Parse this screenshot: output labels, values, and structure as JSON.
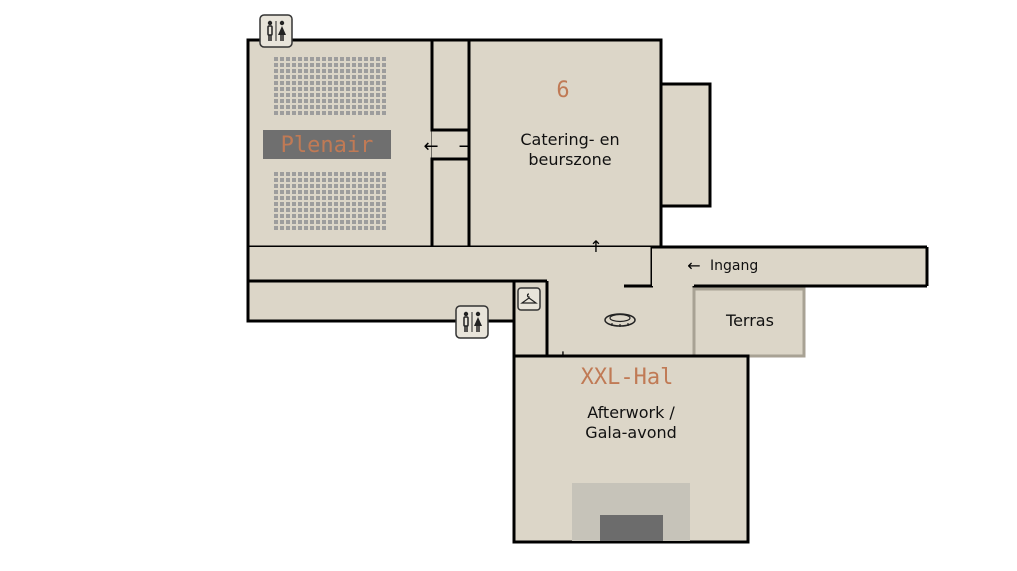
{
  "colors": {
    "floor": "#dcd6c8",
    "wall": "#000000",
    "accent": "#c07a55",
    "seat": "#9d9d9d",
    "stage_outer": "#c6c3b9",
    "stage_inner": "#6c6c6c",
    "terrace_border": "#a8a294",
    "background": "#ffffff"
  },
  "rooms": {
    "plenair": {
      "name": "Plenair"
    },
    "catering": {
      "number": "6",
      "line1": "Catering- en",
      "line2": "beurszone"
    },
    "xxl_hal": {
      "name": "XXL-Hal",
      "line1": "Afterwork /",
      "line2": "Gala-avond"
    },
    "terras": {
      "name": "Terras"
    },
    "entrance": {
      "label": "Ingang",
      "arrow": "←"
    }
  },
  "icons": {
    "restroom_top": "restroom-icon",
    "restroom_bottom": "restroom-icon",
    "cloakroom": "coat-hanger-icon",
    "reception": "round-desk-icon"
  }
}
